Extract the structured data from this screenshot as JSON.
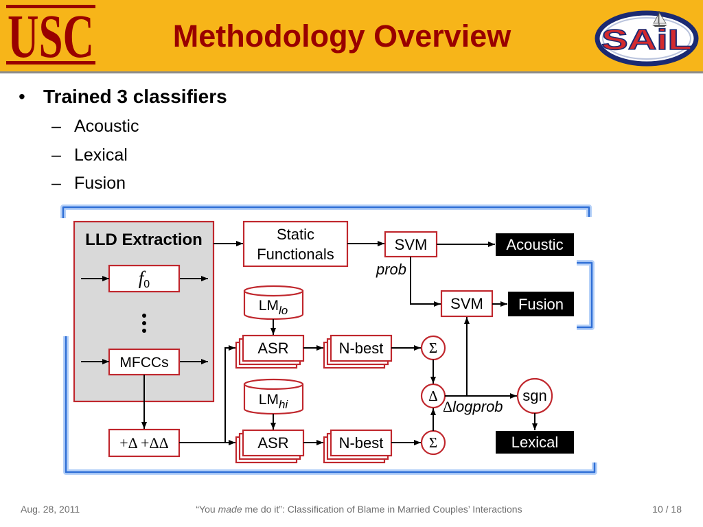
{
  "header": {
    "title": "Methodology Overview",
    "left_logo": "USC",
    "right_logo": "SAiL"
  },
  "bullets": {
    "main_marker": "•",
    "main": "Trained 3 classifiers",
    "sub_marker": "–",
    "subs": [
      "Acoustic",
      "Lexical",
      "Fusion"
    ]
  },
  "diagram": {
    "lld_title": "LLD Extraction",
    "f0": {
      "base": "f",
      "sub": "0"
    },
    "mfccs": "MFCCs",
    "deltas": "+Δ +ΔΔ",
    "static_functionals": [
      "Static",
      "Functionals"
    ],
    "svm_acoustic": "SVM",
    "prob": "prob",
    "svm_fusion": "SVM",
    "out_acoustic": "Acoustic",
    "out_fusion": "Fusion",
    "out_lexical": "Lexical",
    "lm_lo": {
      "base": "LM",
      "sub": "lo"
    },
    "lm_hi": {
      "base": "LM",
      "sub": "hi"
    },
    "asr_lo": "ASR",
    "asr_hi": "ASR",
    "nbest_lo": "N-best",
    "nbest_hi": "N-best",
    "sum_lo": "Σ",
    "sum_hi": "Σ",
    "difference": "Δ",
    "dlogprob": {
      "symbol": "Δ",
      "text": "logprob"
    },
    "sgn": "sgn"
  },
  "footer": {
    "date": "Aug. 28, 2011",
    "talk_title": {
      "before": "“You ",
      "emphasis": "made",
      "after": " me do it”: Classification of Blame in Married Couples’ Interactions"
    },
    "page": "10 / 18"
  },
  "colors": {
    "header_background": "#f7b519",
    "title": "#990000",
    "node_border": "#c0272d",
    "highlight_frame": "#2f6fd6",
    "footer_text": "#6f6f6f"
  }
}
